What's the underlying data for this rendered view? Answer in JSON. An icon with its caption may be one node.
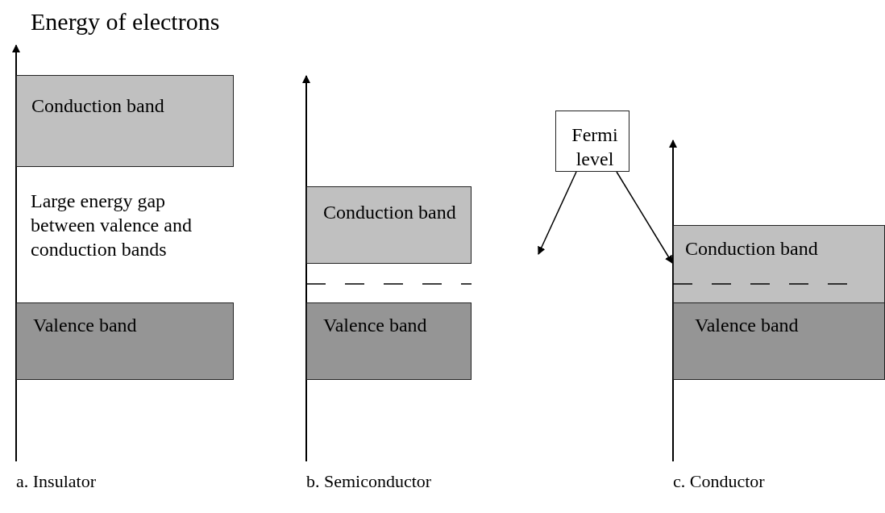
{
  "diagram": {
    "nodes": [
      {
        "text": [
          "Conduction band"
        ]
      },
      {
        "text": [
          "Valence band"
        ]
      },
      {
        "text": [
          "Conduction band"
        ]
      },
      {
        "text": [
          "Valence band"
        ]
      },
      {
        "text": [
          "Fermi level"
        ]
      },
      {
        "text": [
          "Conduction band"
        ]
      },
      {
        "text": [
          "Valence band"
        ]
      }
    ],
    "edges": [
      {
        "from": 4,
        "to": null,
        "arrow": "to"
      },
      {
        "from": 4,
        "to": 5,
        "arrow": "to"
      }
    ],
    "labels": [
      "Energy of electrons",
      "Large energy gap between valence and conduction bands",
      "a. Insulator",
      "b. Semiconductor",
      "c. Conductor"
    ]
  }
}
